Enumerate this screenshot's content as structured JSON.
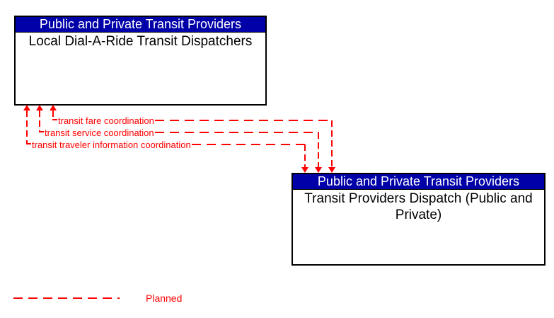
{
  "diagram": {
    "entities": [
      {
        "header": "Public and Private Transit Providers",
        "name": "Local Dial-A-Ride Transit Dispatchers"
      },
      {
        "header": "Public and Private Transit Providers",
        "name": "Transit Providers Dispatch (Public and Private)"
      }
    ],
    "flows": [
      {
        "label": "transit fare coordination",
        "status": "planned",
        "bidirectional": true,
        "from": "Local Dial-A-Ride Transit Dispatchers",
        "to": "Transit Providers Dispatch (Public and Private)"
      },
      {
        "label": "transit service coordination",
        "status": "planned",
        "bidirectional": true,
        "from": "Local Dial-A-Ride Transit Dispatchers",
        "to": "Transit Providers Dispatch (Public and Private)"
      },
      {
        "label": "transit traveler information coordination",
        "status": "planned",
        "bidirectional": true,
        "from": "Local Dial-A-Ride Transit Dispatchers",
        "to": "Transit Providers Dispatch (Public and Private)"
      }
    ],
    "legend": {
      "planned_label": "Planned"
    },
    "colors": {
      "entity_header_bg": "#0000A8",
      "entity_header_text": "#FFFFFF",
      "entity_border": "#000000",
      "planned_flow": "#FF0000",
      "background": "#FFFFFF"
    }
  }
}
